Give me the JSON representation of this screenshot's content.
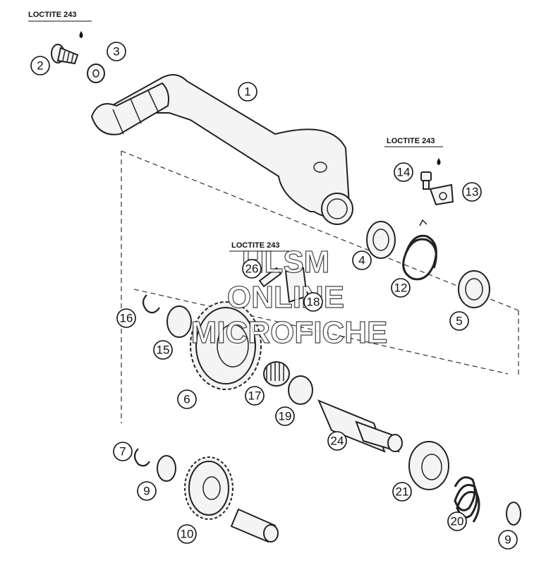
{
  "watermark": {
    "line1": "HLSM",
    "line2": "ONLINE",
    "line3": "MICROFICHE"
  },
  "loctite_labels": [
    "LOCTITE 243",
    "LOCTITE 243",
    "LOCTITE 243"
  ],
  "callouts": [
    "1",
    "2",
    "3",
    "4",
    "5",
    "6",
    "7",
    "9",
    "10",
    "12",
    "13",
    "14",
    "15",
    "16",
    "17",
    "18",
    "19",
    "20",
    "21",
    "24",
    "26",
    "9"
  ],
  "colors": {
    "line": "#222222",
    "background": "#ffffff"
  }
}
